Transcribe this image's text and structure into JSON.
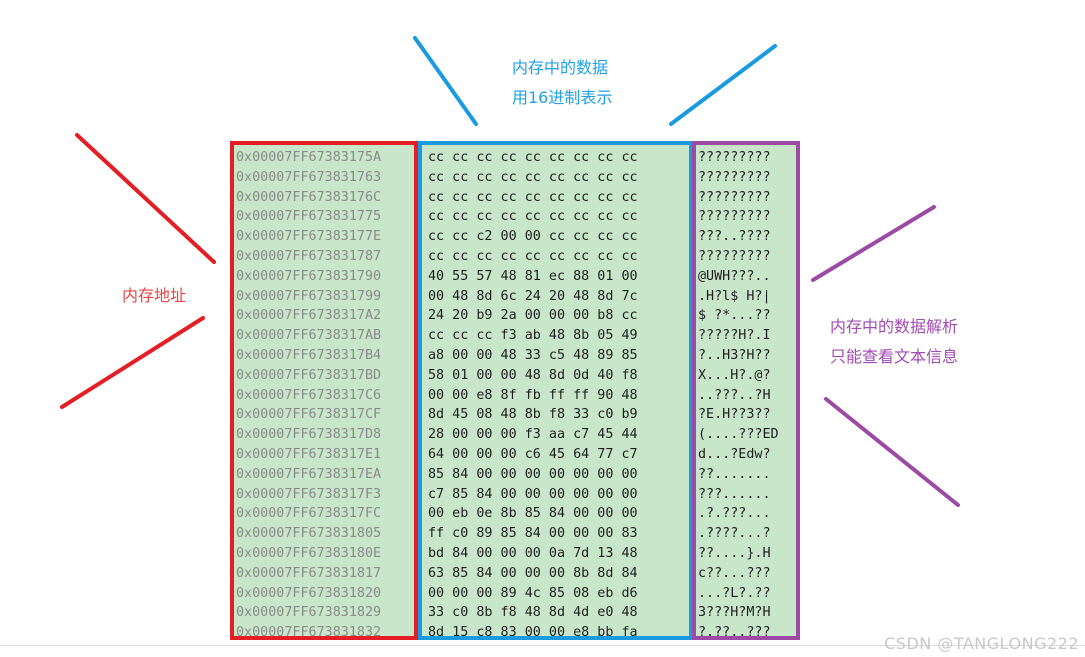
{
  "colors": {
    "address_frame": "#e31e24",
    "hex_frame": "#1a9be0",
    "ascii_frame": "#9c4aa3",
    "address_label": "#e84646",
    "hex_label": "#21a0e6",
    "ascii_label": "#a24bb3",
    "panel_bg": "#c8e6c9"
  },
  "labels": {
    "address": "内存地址",
    "hex_line1": "内存中的数据",
    "hex_line2": "用16进制表示",
    "ascii_line1": "内存中的数据解析",
    "ascii_line2": "只能查看文本信息"
  },
  "watermark": "CSDN @TANGLONG222",
  "memory": {
    "addresses": [
      "0x00007FF67383175A",
      "0x00007FF673831763",
      "0x00007FF67383176C",
      "0x00007FF673831775",
      "0x00007FF67383177E",
      "0x00007FF673831787",
      "0x00007FF673831790",
      "0x00007FF673831799",
      "0x00007FF6738317A2",
      "0x00007FF6738317AB",
      "0x00007FF6738317B4",
      "0x00007FF6738317BD",
      "0x00007FF6738317C6",
      "0x00007FF6738317CF",
      "0x00007FF6738317D8",
      "0x00007FF6738317E1",
      "0x00007FF6738317EA",
      "0x00007FF6738317F3",
      "0x00007FF6738317FC",
      "0x00007FF673831805",
      "0x00007FF67383180E",
      "0x00007FF673831817",
      "0x00007FF673831820",
      "0x00007FF673831829",
      "0x00007FF673831832"
    ],
    "bytes": [
      "cc cc cc cc cc cc cc cc cc",
      "cc cc cc cc cc cc cc cc cc",
      "cc cc cc cc cc cc cc cc cc",
      "cc cc cc cc cc cc cc cc cc",
      "cc cc c2 00 00 cc cc cc cc",
      "cc cc cc cc cc cc cc cc cc",
      "40 55 57 48 81 ec 88 01 00",
      "00 48 8d 6c 24 20 48 8d 7c",
      "24 20 b9 2a 00 00 00 b8 cc",
      "cc cc cc f3 ab 48 8b 05 49",
      "a8 00 00 48 33 c5 48 89 85",
      "58 01 00 00 48 8d 0d 40 f8",
      "00 00 e8 8f fb ff ff 90 48",
      "8d 45 08 48 8b f8 33 c0 b9",
      "28 00 00 00 f3 aa c7 45 44",
      "64 00 00 00 c6 45 64 77 c7",
      "85 84 00 00 00 00 00 00 00",
      "c7 85 84 00 00 00 00 00 00",
      "00 eb 0e 8b 85 84 00 00 00",
      "ff c0 89 85 84 00 00 00 83",
      "bd 84 00 00 00 0a 7d 13 48",
      "63 85 84 00 00 00 8b 8d 84",
      "00 00 00 89 4c 85 08 eb d6",
      "33 c0 8b f8 48 8d 4d e0 48",
      "8d 15 c8 83 00 00 e8 bb fa"
    ],
    "ascii": [
      "?????????",
      "?????????",
      "?????????",
      "?????????",
      "???..????",
      "?????????",
      "@UWH???..",
      ".H?l$ H?|",
      "$ ?*...??",
      "?????H?.I",
      "?..H3?H??",
      "X...H?.@?",
      "..???..?H",
      "?E.H??3??",
      "(....???ED",
      "d...?Edw?",
      "??.......",
      "???......",
      ".?.???...",
      ".????...?",
      "??....}.H",
      "c??...???",
      "...?L?.??",
      "3???H?M?H",
      "?.??..???"
    ]
  }
}
